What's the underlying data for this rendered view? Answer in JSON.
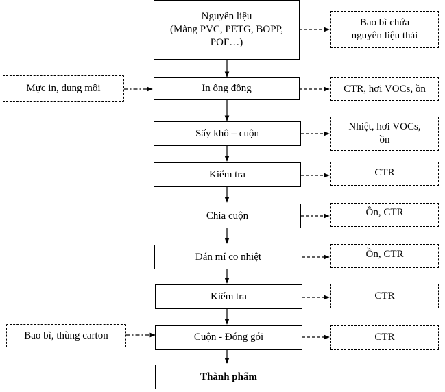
{
  "process_steps": [
    {
      "id": "nguyen-lieu",
      "text": "Nguyên liệu\n(Màng PVC, PETG, BOPP,\nPOF…)"
    },
    {
      "id": "in-ong-dong",
      "text": "In ống đồng"
    },
    {
      "id": "say-kho-cuon",
      "text": "Sấy khô – cuộn"
    },
    {
      "id": "kiem-tra-1",
      "text": "Kiểm tra"
    },
    {
      "id": "chia-cuon",
      "text": "Chia cuộn"
    },
    {
      "id": "dan-mi",
      "text": "Dán mí co nhiệt"
    },
    {
      "id": "kiem-tra-2",
      "text": "Kiểm tra"
    },
    {
      "id": "cuon-dong-goi",
      "text": "Cuộn - Đóng gói"
    },
    {
      "id": "thanh-pham",
      "text": "Thành phẩm"
    }
  ],
  "outputs": [
    {
      "id": "out-bao-bi",
      "text": "Bao bì chứa\nnguyên liệu thải"
    },
    {
      "id": "out-in",
      "text": "CTR, hơi VOCs, ồn"
    },
    {
      "id": "out-say",
      "text": "Nhiệt, hơi VOCs,\nồn"
    },
    {
      "id": "out-kt1",
      "text": "CTR"
    },
    {
      "id": "out-chia",
      "text": "Ồn, CTR"
    },
    {
      "id": "out-dan",
      "text": "Ồn, CTR"
    },
    {
      "id": "out-kt2",
      "text": "CTR"
    },
    {
      "id": "out-dong-goi",
      "text": "CTR"
    }
  ],
  "inputs": [
    {
      "id": "in-muc-in",
      "text": "Mực in, dung môi"
    },
    {
      "id": "in-bao-bi",
      "text": "Bao bì, thùng carton"
    }
  ]
}
